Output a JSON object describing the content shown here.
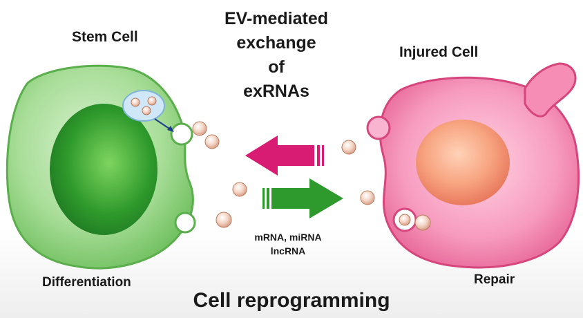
{
  "stem_cell": {
    "label": "Stem Cell",
    "outcome": "Differentiation",
    "color": "#7cc96f"
  },
  "injured_cell": {
    "label": "Injured Cell",
    "outcome": "Repair",
    "color": "#f07aa6"
  },
  "exchange": {
    "title_lines": [
      "EV-mediated",
      "exchange",
      "of",
      "exRNAs"
    ],
    "cargo_lines": [
      "mRNA, miRNA",
      "lncRNA"
    ],
    "arrow_to_stem_color": "#d81b73",
    "arrow_to_injured_color": "#2e9a2e"
  },
  "footer": {
    "title": "Cell reprogramming"
  },
  "icons": [
    "extracellular-vesicle-icon",
    "left-arrow-icon",
    "right-arrow-icon"
  ]
}
